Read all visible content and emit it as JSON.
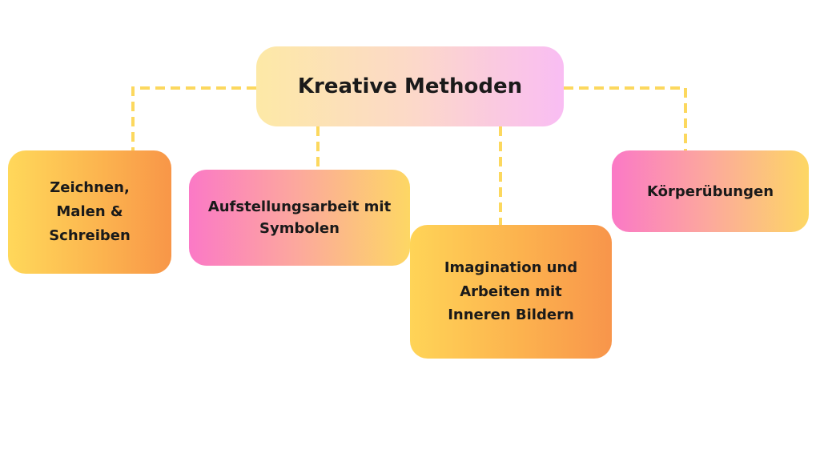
{
  "diagram": {
    "root": {
      "label": "Kreative Methoden"
    },
    "children": [
      {
        "label": "Zeichnen,\nMalen &\nSchreiben"
      },
      {
        "label": "Aufstellungsarbeit mit\nSymbolen"
      },
      {
        "label": "Imagination und\nArbeiten mit\nInneren Bildern"
      },
      {
        "label": "Körperübungen"
      }
    ],
    "colors": {
      "connector": "#fcd85e",
      "root_gradient": [
        "#fde9a6",
        "#fcd9c8",
        "#f9bdf3"
      ],
      "orange_gradient": [
        "#ffd85a",
        "#fcb54f",
        "#f89648"
      ],
      "pink_gradient": [
        "#fb79c6",
        "#fca99c",
        "#fdd764"
      ]
    }
  }
}
